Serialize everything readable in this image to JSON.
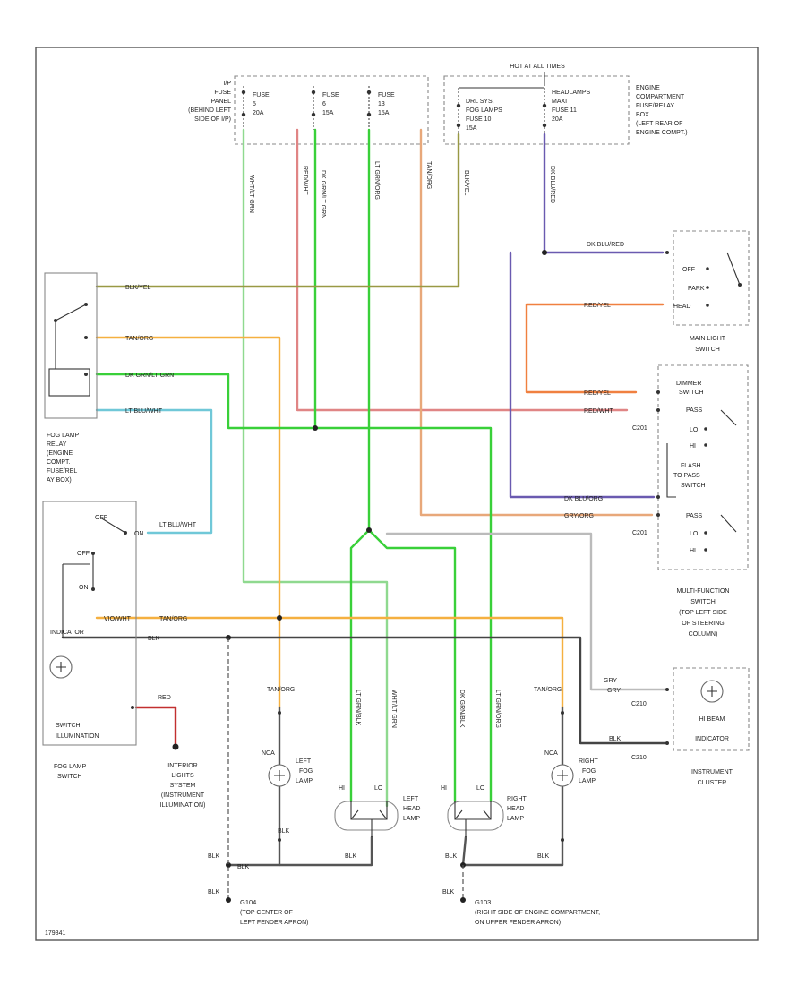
{
  "fuse_panel_ip": {
    "label_lines": [
      "I/P",
      "FUSE",
      "PANEL",
      "(BEHIND LEFT",
      "SIDE OF I/P)"
    ],
    "fuses": [
      {
        "lines": [
          "FUSE",
          "5",
          "20A"
        ]
      },
      {
        "lines": [
          "FUSE",
          "6",
          "15A"
        ]
      },
      {
        "lines": [
          "FUSE",
          "13",
          "15A"
        ]
      }
    ]
  },
  "hot_at_all_times": "HOT AT ALL TIMES",
  "engine_box": {
    "label_lines": [
      "ENGINE",
      "COMPARTMENT",
      "FUSE/RELAY",
      "BOX",
      "(LEFT REAR OF",
      "ENGINE COMPT.)"
    ],
    "fuses": [
      {
        "lines": [
          "DRL SYS,",
          "FOG LAMPS",
          "FUSE 10",
          "15A"
        ]
      },
      {
        "lines": [
          "HEADLAMPS",
          "MAXI",
          "FUSE 11",
          "20A"
        ]
      }
    ]
  },
  "wire_labels": {
    "blk_yel": "BLK/YEL",
    "tan_org": "TAN/ORG",
    "dk_grn_lt_grn": "DK GRN/LT GRN",
    "lt_blu_wht": "LT BLU/WHT",
    "lt_blu_wht_2": "LT BLU/WHT",
    "dk_blu_red": "DK BLU/RED",
    "red_yel": "RED/YEL",
    "red_yel_2": "RED/YEL",
    "red_wht": "RED/WHT",
    "dk_blu_org": "DK BLU/ORG",
    "gry_org": "GRY/ORG",
    "vio_wht": "VIO/WHT",
    "tan_org_2": "TAN/ORG",
    "tan_org_left": "TAN/ORG",
    "tan_org_right": "TAN/ORG",
    "blk_1": "BLK",
    "blk_2": "BLK",
    "blk_3": "BLK",
    "blk_4": "BLK",
    "blk_5": "BLK",
    "blk_6": "BLK",
    "blk_7": "BLK",
    "red": "RED",
    "gry": "GRY",
    "gry_2": "GRY",
    "blk_cluster": "BLK"
  },
  "vertical_wire_labels": {
    "v1": "WHT/LT GRN",
    "v2": "RED/WHT",
    "v3": "DK GRN/LT GRN",
    "v4": "LT GRN/ORG",
    "v5": "TAN/ORG",
    "v6": "BLK/YEL",
    "v7": "DK BLU/RED",
    "v8": "LT GRN/BLK",
    "v9": "WHT/LT GRN",
    "v10": "DK GRN/BLK",
    "v11": "LT GRN/ORG"
  },
  "fog_relay_label": [
    "FOG LAMP",
    "RELAY",
    "(ENGINE",
    "COMPT.",
    "FUSE/REL",
    "AY BOX)"
  ],
  "fog_switch": {
    "labels": [
      "OFF",
      "ON",
      "OFF",
      "ON",
      "INDICATOR"
    ],
    "illum_label": [
      "SWITCH",
      "ILLUMINATION"
    ],
    "title": [
      "FOG LAMP",
      "SWITCH"
    ]
  },
  "interior_lights": [
    "INTERIOR",
    "LIGHTS",
    "SYSTEM",
    "(INSTRUMENT",
    "ILLUMINATION)"
  ],
  "park_switch": {
    "positions": [
      "OFF",
      "PARK",
      "HEAD"
    ],
    "title": [
      "MAIN LIGHT",
      "SWITCH"
    ]
  },
  "multifunction": {
    "dimmer_labels": [
      "DIMMER",
      "SWITCH",
      "PASS",
      "LO",
      "HI"
    ],
    "flash_labels": [
      "FLASH",
      "TO PASS",
      "SWITCH",
      "PASS",
      "LO",
      "HI"
    ],
    "title": [
      "MULTI-FUNCTION",
      "SWITCH",
      "(TOP LEFT SIDE",
      "OF STEERING",
      "COLUMN)"
    ]
  },
  "connectors": {
    "c201a": "C201",
    "c201b": "C201",
    "c210a": "C210",
    "c210b": "C210"
  },
  "cluster": {
    "hi_beam": [
      "HI BEAM",
      "INDICATOR"
    ],
    "title": [
      "INSTRUMENT",
      "CLUSTER"
    ]
  },
  "lamps": {
    "left_fog": [
      "LEFT",
      "FOG",
      "LAMP"
    ],
    "right_fog": [
      "RIGHT",
      "FOG",
      "LAMP"
    ],
    "left_head": [
      "LEFT",
      "HEAD",
      "LAMP"
    ],
    "right_head": [
      "RIGHT",
      "HEAD",
      "LAMP"
    ],
    "hi": "HI",
    "lo": "LO",
    "nca": "NCA"
  },
  "grounds": {
    "g104": "G104",
    "g104_desc": [
      "(TOP CENTER OF",
      "LEFT FENDER APRON)"
    ],
    "g103": "G103",
    "g103_desc": [
      "(RIGHT SIDE OF ENGINE COMPARTMENT,",
      "ON UPPER FENDER APRON)"
    ]
  },
  "figure_id": "179841"
}
